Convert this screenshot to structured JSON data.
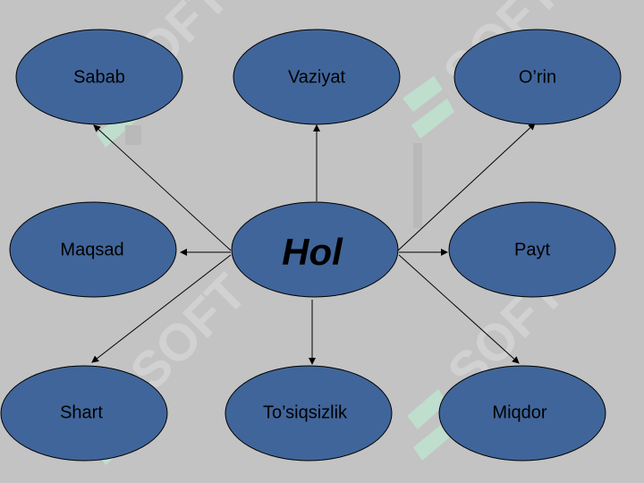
{
  "diagram": {
    "center": {
      "label": "Hol"
    },
    "nodes": [
      {
        "id": "sabab",
        "label": "Sabab"
      },
      {
        "id": "vaziyat",
        "label": "Vaziyat"
      },
      {
        "id": "orin",
        "label": "O’rin"
      },
      {
        "id": "maqsad",
        "label": "Maqsad"
      },
      {
        "id": "payt",
        "label": "Payt"
      },
      {
        "id": "shart",
        "label": "Shart"
      },
      {
        "id": "tosiqsizlik",
        "label": "To’siqsizlik"
      },
      {
        "id": "miqdor",
        "label": "Miqdor"
      }
    ],
    "watermark": "SOFT"
  },
  "colors": {
    "background": "#c3c3c3",
    "node_fill": "#40659a",
    "node_stroke": "#000000",
    "arrow": "#000000",
    "watermark_text": "#d4d4d4",
    "watermark_logo": "#bfe3cf"
  }
}
